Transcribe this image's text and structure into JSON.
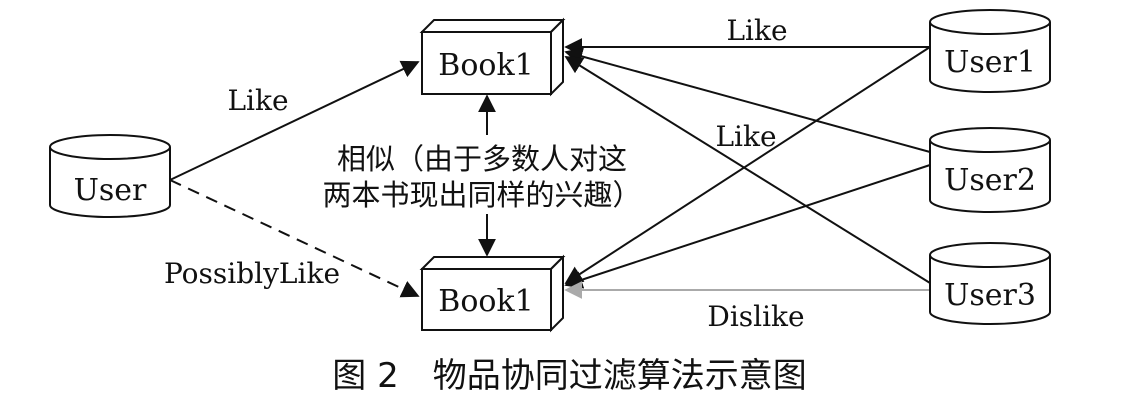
{
  "nodes": {
    "user": "User",
    "book_top": "Book1",
    "book_bottom": "Book1",
    "user1": "User1",
    "user2": "User2",
    "user3": "User3"
  },
  "edges": {
    "user_to_book_top": "Like",
    "user_to_book_bottom": "PossiblyLike",
    "user1_top": "Like",
    "mid_like": "Like",
    "user3_bottom": "Dislike"
  },
  "similarity_note": {
    "line1": "相似（由于多数人对这",
    "line2": "两本书现出同样的兴趣）"
  },
  "caption": "图 2　物品协同过滤算法示意图",
  "colors": {
    "stroke": "#111111",
    "dislike_line": "#aaaaaa"
  }
}
